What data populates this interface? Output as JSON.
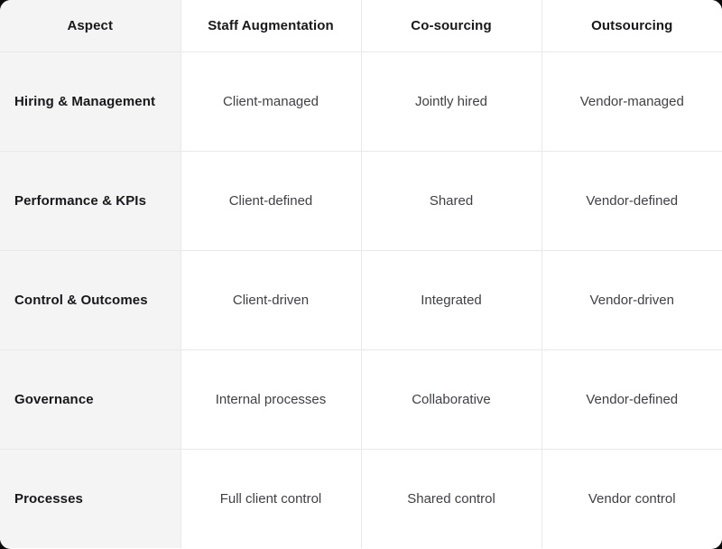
{
  "table": {
    "columns": [
      "Aspect",
      "Staff Augmentation",
      "Co-sourcing",
      "Outsourcing"
    ],
    "rows": [
      {
        "aspect": "Hiring & Management",
        "staff_augmentation": "Client-managed",
        "co_sourcing": "Jointly hired",
        "outsourcing": "Vendor-managed"
      },
      {
        "aspect": "Performance & KPIs",
        "staff_augmentation": "Client-defined",
        "co_sourcing": "Shared",
        "outsourcing": "Vendor-defined"
      },
      {
        "aspect": "Control & Outcomes",
        "staff_augmentation": "Client-driven",
        "co_sourcing": "Integrated",
        "outsourcing": "Vendor-driven"
      },
      {
        "aspect": "Governance",
        "staff_augmentation": "Internal processes",
        "co_sourcing": "Collaborative",
        "outsourcing": "Vendor-defined"
      },
      {
        "aspect": "Processes",
        "staff_augmentation": "Full client control",
        "co_sourcing": "Shared control",
        "outsourcing": "Vendor control"
      }
    ]
  },
  "colors": {
    "header_aspect_background": "#f4f4f5",
    "header_background": "#ffffff",
    "aspect_column_background": "#f4f4f5",
    "cell_background": "#ffffff",
    "border": "#e9e9ec",
    "heading_text": "#18181b",
    "body_text": "#3f3f46",
    "page_background": "#0a0a0a"
  }
}
